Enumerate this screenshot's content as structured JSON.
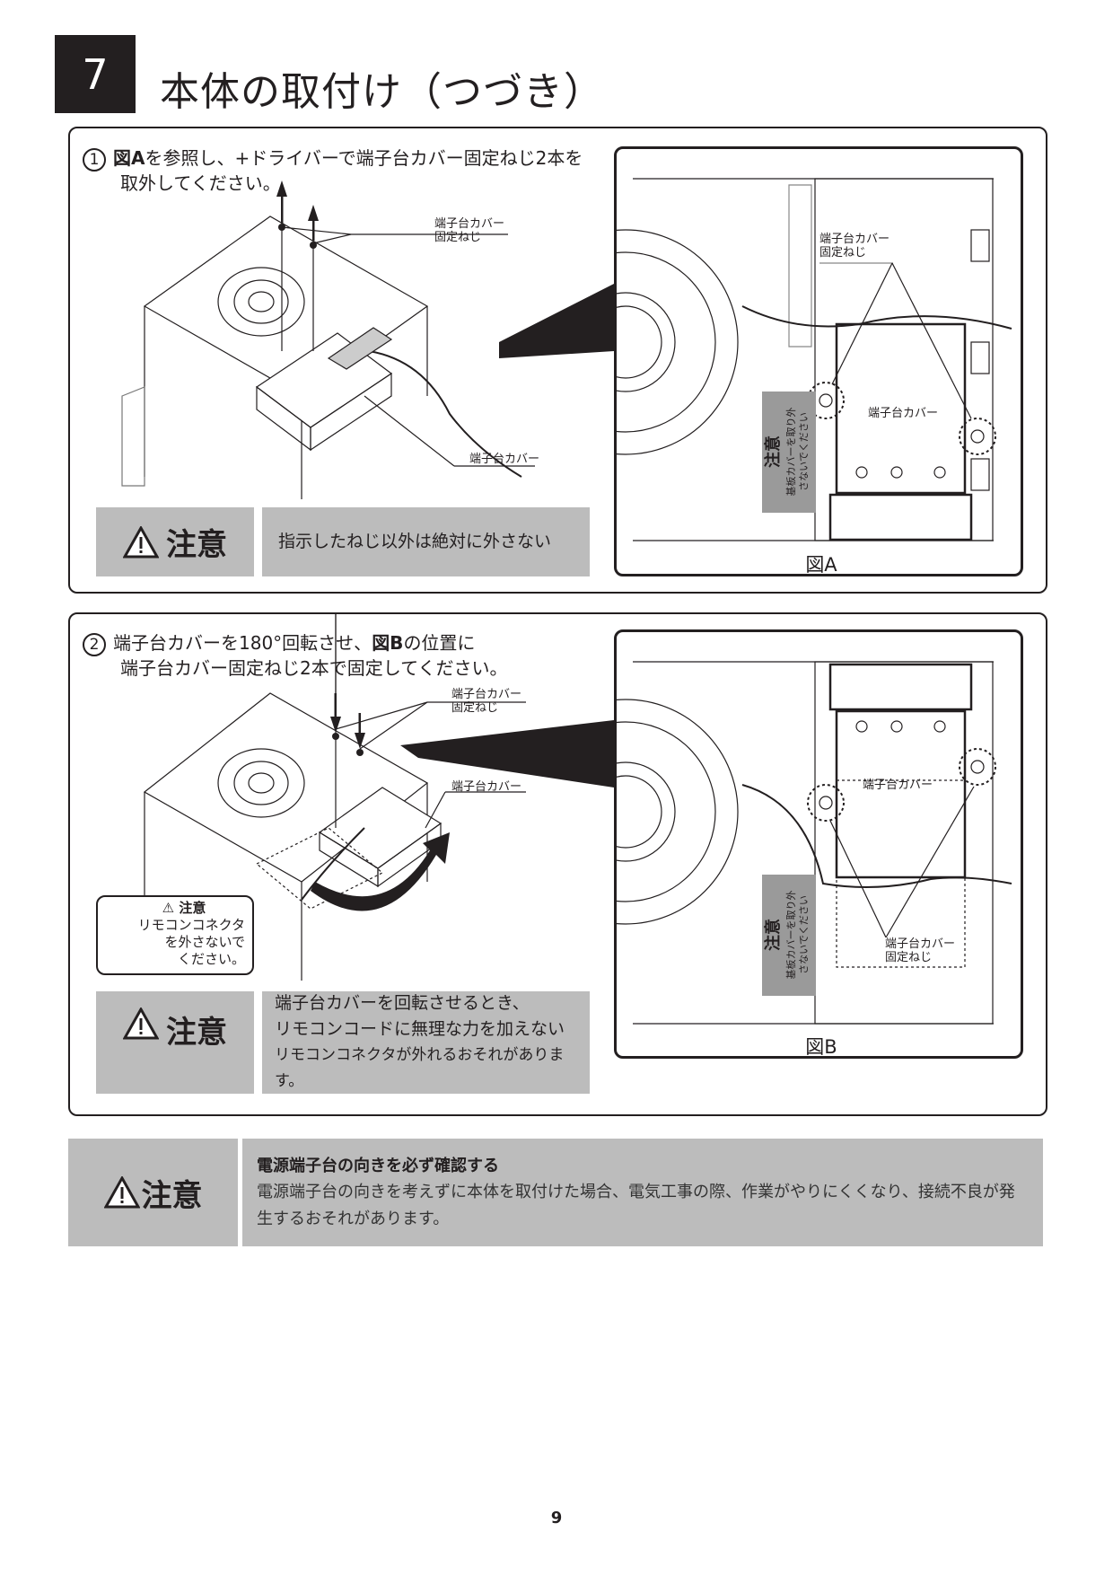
{
  "header": {
    "step": "7",
    "title": "本体の取付け（つづき）"
  },
  "step1": {
    "number": "1",
    "text_bold": "図A",
    "text_line1": "を参照し、+ドライバーで端子台カバー固定ねじ2本を",
    "text_line2": "取外してください。",
    "label_screws": [
      "端子台カバー",
      "固定ねじ"
    ],
    "label_cover": "端子台カバー",
    "caution": {
      "label": "注意",
      "text": "指示したねじ以外は絶対に外さない"
    },
    "figure": {
      "caption": "図A",
      "label_screws": [
        "端子台カバー",
        "固定ねじ"
      ],
      "label_cover": "端子台カバー",
      "sticker": [
        "注意",
        "基板カバーを取り外",
        "さないでください"
      ]
    }
  },
  "step2": {
    "number": "2",
    "text_line1a": "端子台カバーを180°回転させ、",
    "text_bold": "図B",
    "text_line1b": "の位置に",
    "text_line2": "端子台カバー固定ねじ2本で固定してください。",
    "label_screws": [
      "端子台カバー",
      "固定ねじ"
    ],
    "label_cover": "端子台カバー",
    "callout": {
      "title": "注意",
      "lines": [
        "リモコンコネクタ",
        "を外さないで",
        "ください。"
      ]
    },
    "caution": {
      "label": "注意",
      "lines": [
        "端子台カバーを回転させるとき、",
        "リモコンコードに無理な力を加えない"
      ],
      "note": "リモコンコネクタが外れるおそれがあります。"
    },
    "figure": {
      "caption": "図B",
      "label_screws": [
        "端子台カバー",
        "固定ねじ"
      ],
      "label_cover": "端子台カバー",
      "sticker": [
        "注意",
        "基板カバーを取り外",
        "さないでください"
      ]
    }
  },
  "bottom_caution": {
    "label": "注意",
    "heading": "電源端子台の向きを必ず確認する",
    "body": "電源端子台の向きを考えずに本体を取付けた場合、電気工事の際、作業がやりにくくなり、接続不良が発生するおそれがあります。"
  },
  "page_number": "9",
  "colors": {
    "caution_gray": "#bcbcbc",
    "ink": "#231f20",
    "sticker_gray": "#9a9a9a"
  }
}
